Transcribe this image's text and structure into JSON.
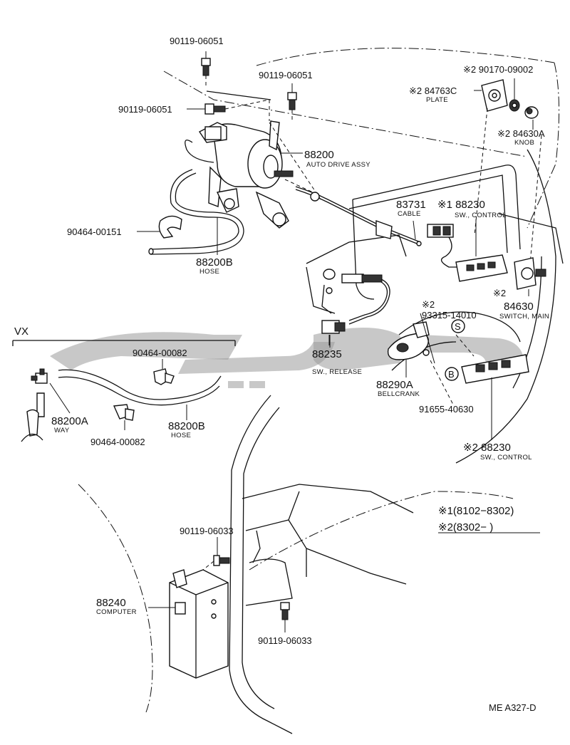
{
  "labels": {
    "p_90119_06051_top": "90119-06051",
    "p_90119_06051_mid": "90119-06051",
    "p_90119_06051_left": "90119-06051",
    "p_88200": "88200",
    "n_88200": "AUTO DRIVE ASSY",
    "p_90464_00151": "90464-00151",
    "p_88200B": "88200B",
    "n_88200B": "HOSE",
    "p_90170_09002": "※2 90170-09002",
    "p_84763C": "※2 84763C",
    "n_84763C": "PLATE",
    "p_84630A": "※2 84630A",
    "n_84630A": "KNOB",
    "p_83731": "83731",
    "n_83731": "CABLE",
    "p_88230_1": "※1 88230",
    "n_88230_1": "SW., CONTROL",
    "p_84630_mark": "※2",
    "p_84630": "84630",
    "n_84630": "SWITCH, MAIN",
    "p_93315_mark": "※2",
    "p_93315": "93315-14010",
    "p_88235": "88235",
    "n_88235": "SW., RELEASE",
    "p_88290A": "88290A",
    "n_88290A": "BELLCRANK",
    "p_91655": "91655-40630",
    "p_88230_2": "※2 88230",
    "n_88230_2": "SW., CONTROL",
    "vx": "VX",
    "p_90464_00082_a": "90464-00082",
    "p_90464_00082_b": "90464-00082",
    "p_88200A": "88200A",
    "n_88200A": "WAY",
    "p_88200B_2": "88200B",
    "n_88200B_2": "HOSE",
    "legend_1": "※1(8102−8302)",
    "legend_2": "※2(8302−       )",
    "p_90119_06033_a": "90119-06033",
    "p_90119_06033_b": "90119-06033",
    "p_88240": "88240",
    "n_88240": "COMPUTER",
    "marker_s": "S",
    "marker_b": "B",
    "ref_code": "ME A327-D"
  }
}
